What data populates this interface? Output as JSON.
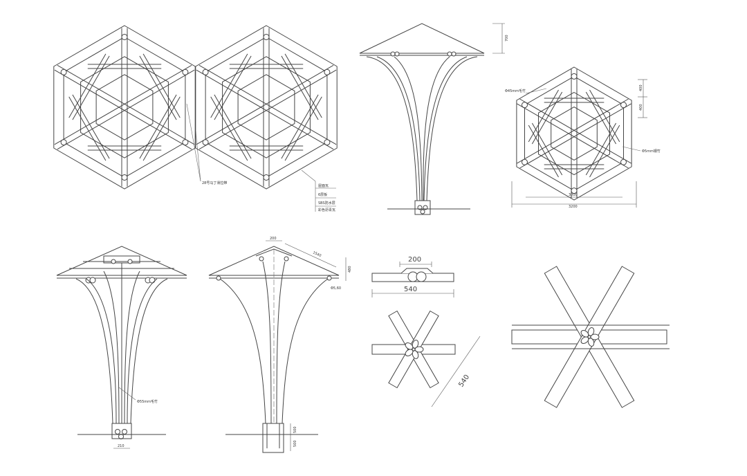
{
  "drawing": {
    "colors": {
      "line": "#444444",
      "background": "#ffffff"
    },
    "plan_left": {
      "note_tie": "28号马丁滑拉带",
      "legend": [
        "屋面瓦",
        "6层板",
        "SBS防水层",
        "彩色沥青瓦"
      ]
    },
    "plan_right": {
      "note_top": "Φ45mm毛竹",
      "note_right": "Φ5mm钢竹",
      "dim_inner": "3000",
      "dim_outer": "3200",
      "dim_side_1": "400",
      "dim_side_2": "400"
    },
    "elevation_top": {
      "dim_height": "700"
    },
    "elevation_front": {
      "note_pole": "Φ55mm毛竹",
      "dim_base": "210"
    },
    "section": {
      "dim_top": "200",
      "dim_slope": "1540",
      "dim_eave": "480",
      "dim_edge": "Φ5,60",
      "dim_footing_1": "500",
      "dim_footing_2": "500"
    },
    "detail_bar": {
      "dim_top": "200",
      "dim_total": "540"
    },
    "detail_star": {
      "dim_diag": "540"
    }
  }
}
